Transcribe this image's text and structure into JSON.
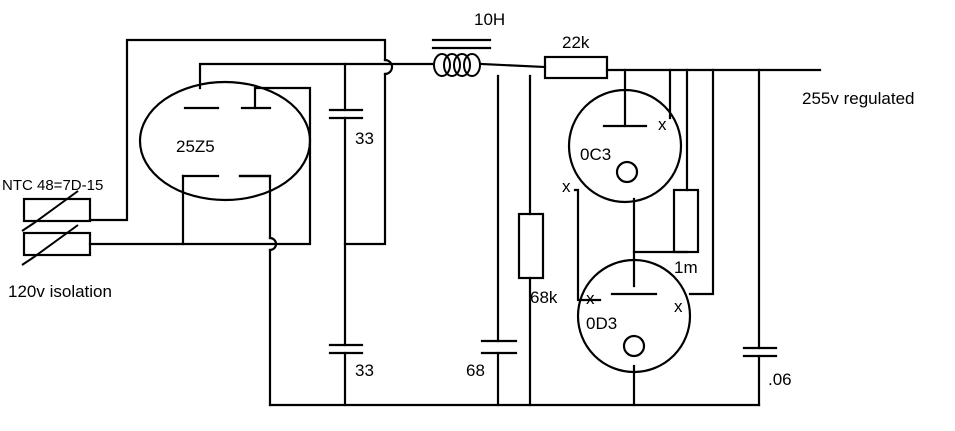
{
  "labels": {
    "rectifier": "25Z5",
    "choke": "10H",
    "series_resistor": "22k",
    "output": "255v regulated",
    "ntc": "NTC 48=7D-15",
    "input": "120v isolation",
    "cap_upper": "33",
    "cap_lower": "33",
    "cap_68": "68",
    "bleeder": "68k",
    "reg_tube_top": "0C3",
    "reg_tube_bottom": "0D3",
    "divider": "1m",
    "bypass_cap": ".06",
    "mark_x": "x"
  }
}
